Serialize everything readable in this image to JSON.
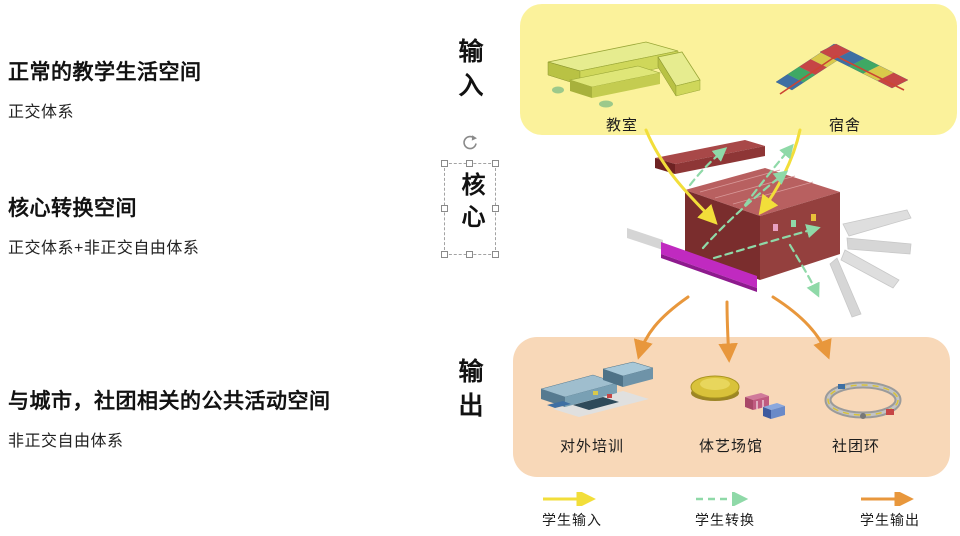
{
  "left_panel": {
    "sections": [
      {
        "title": "正常的教学生活空间",
        "subtitle": "正交体系"
      },
      {
        "title": "核心转换空间",
        "subtitle": "正交体系+非正交自由体系"
      },
      {
        "title": "与城市，社团相关的公共活动空间",
        "subtitle": "非正交自由体系"
      }
    ]
  },
  "stages": {
    "input_label": "输入",
    "core_label": "核心",
    "output_label": "输出"
  },
  "input_box": {
    "items": [
      {
        "label": "教室"
      },
      {
        "label": "宿舍"
      }
    ]
  },
  "output_box": {
    "items": [
      {
        "label": "对外培训"
      },
      {
        "label": "体艺场馆"
      },
      {
        "label": "社团环"
      }
    ]
  },
  "legend": {
    "items": [
      {
        "label": "学生输入",
        "style": "solid"
      },
      {
        "label": "学生转换",
        "style": "dashed"
      },
      {
        "label": "学生输出",
        "style": "solid"
      }
    ]
  },
  "colors": {
    "input_flow": "#F2DE3A",
    "transform_flow": "#8FD9A8",
    "output_flow": "#E8973C",
    "input_box_bg": "#FBF29B",
    "output_box_bg": "#F8D8B8"
  }
}
